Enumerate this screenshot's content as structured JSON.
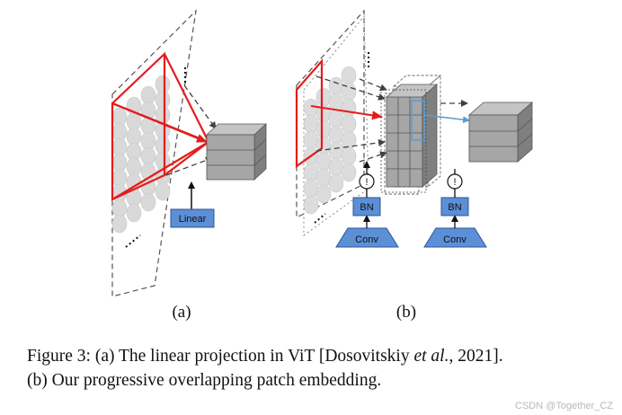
{
  "diagram_a": {
    "sublabel": "(a)",
    "linear_label": "Linear"
  },
  "diagram_b": {
    "sublabel": "(b)",
    "bn_label": "BN",
    "conv_label": "Conv",
    "activation_symbol": "!"
  },
  "caption": {
    "line1_prefix": "Figure 3: (a) The linear projection in ViT [Dosovitskiy ",
    "line1_italic": "et al.",
    "line1_suffix": ", 2021].",
    "line2": "(b) Our progressive overlapping patch embedding."
  },
  "watermark": "CSDN @Together_CZ",
  "colors": {
    "red": "#e41c1c",
    "blue_box": "#5b8fd6",
    "blue_stroke": "#2f5597",
    "gray_cube": "#a6a6a6",
    "circle": "#d9d9d9"
  }
}
